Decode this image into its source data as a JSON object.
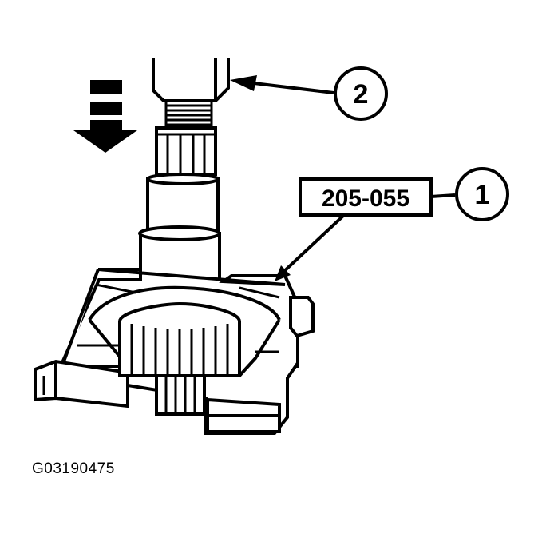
{
  "callouts": [
    {
      "number": "1"
    },
    {
      "number": "2"
    }
  ],
  "tool_label": "205-055",
  "figure_id": "G03190475",
  "colors": {
    "ink": "#000000",
    "paper": "#ffffff"
  },
  "icons": [
    "down-arrow-icon"
  ]
}
